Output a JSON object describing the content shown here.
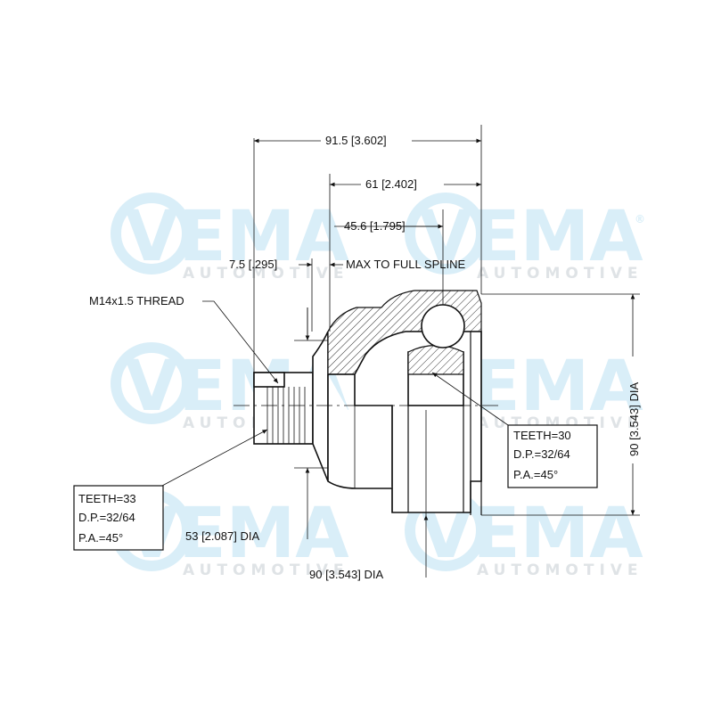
{
  "watermark": {
    "brand": "VEMA",
    "sub": "AUTOMOTIVE",
    "reg": "®",
    "color": "#d9eef8"
  },
  "dimensions": {
    "overall_length": "91.5 [3.602]",
    "body_length": "61 [2.402]",
    "ball_offset": "45.6 [1.795]",
    "spline_offset": "7.5 [.295]",
    "spline_note": "MAX TO FULL SPLINE",
    "thread": "M14x1.5 THREAD",
    "stem_dia": "53 [2.087] DIA",
    "outer_dia_bottom": "90 [3.543] DIA",
    "outer_dia_side": "90 [3.543] DIA"
  },
  "spec_left": {
    "teeth": "TEETH=33",
    "dp": "D.P.=32/64",
    "pa": "P.A.=45°"
  },
  "spec_right": {
    "teeth": "TEETH=30",
    "dp": "D.P.=32/64",
    "pa": "P.A.=45°"
  }
}
